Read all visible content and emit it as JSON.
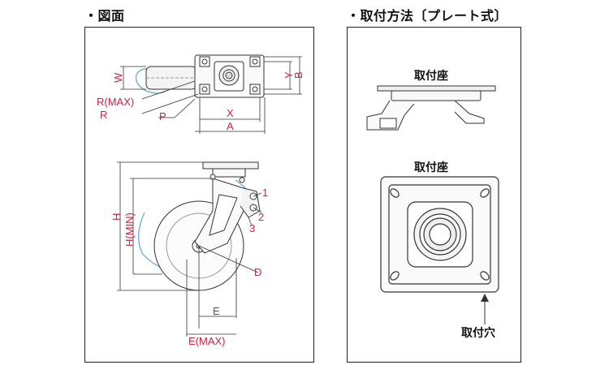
{
  "titles": {
    "left": "・図面",
    "right": "・取付方法〔プレート式〕"
  },
  "dimensions": {
    "W": "W",
    "Y": "Y",
    "B": "B",
    "R_MAX": "R(MAX)",
    "R": "R",
    "P": "P",
    "X": "X",
    "A": "A",
    "H": "H",
    "H_MIN": "H(MIN)",
    "n1": "1",
    "n2": "2",
    "n3": "3",
    "D": "D",
    "E": "E",
    "E_MAX": "E(MAX)"
  },
  "labels": {
    "mount_seat_top": "取付座",
    "mount_seat_bottom": "取付座",
    "mount_hole": "取付穴"
  },
  "colors": {
    "dimension": "#cc2244",
    "outline": "#333333",
    "swivel_arc": "#66aadd"
  }
}
